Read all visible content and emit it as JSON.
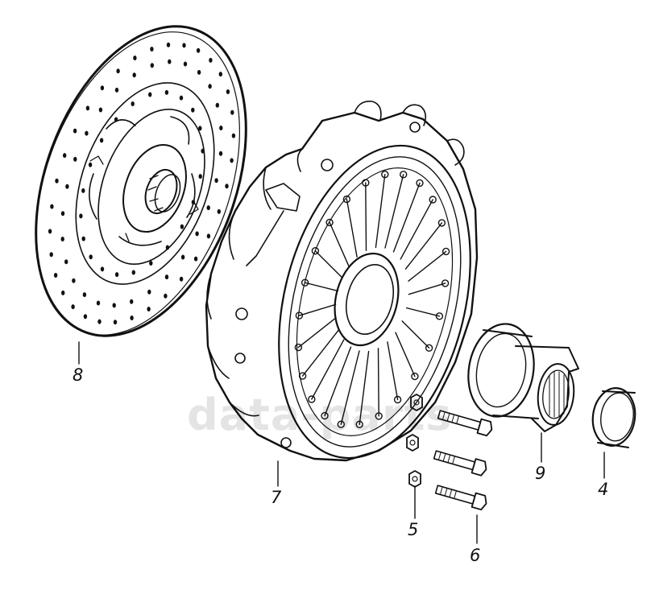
{
  "diagram": {
    "parts": [
      {
        "id": "8",
        "label": "8",
        "name": "clutch-disc"
      },
      {
        "id": "7",
        "label": "7",
        "name": "pressure-plate"
      },
      {
        "id": "5",
        "label": "5",
        "name": "nut"
      },
      {
        "id": "6",
        "label": "6",
        "name": "bolt"
      },
      {
        "id": "9",
        "label": "9",
        "name": "release-bearing"
      },
      {
        "id": "4",
        "label": "4",
        "name": "ring"
      }
    ],
    "watermark": "data-parts"
  },
  "colors": {
    "line": "#111111",
    "background": "#ffffff"
  }
}
